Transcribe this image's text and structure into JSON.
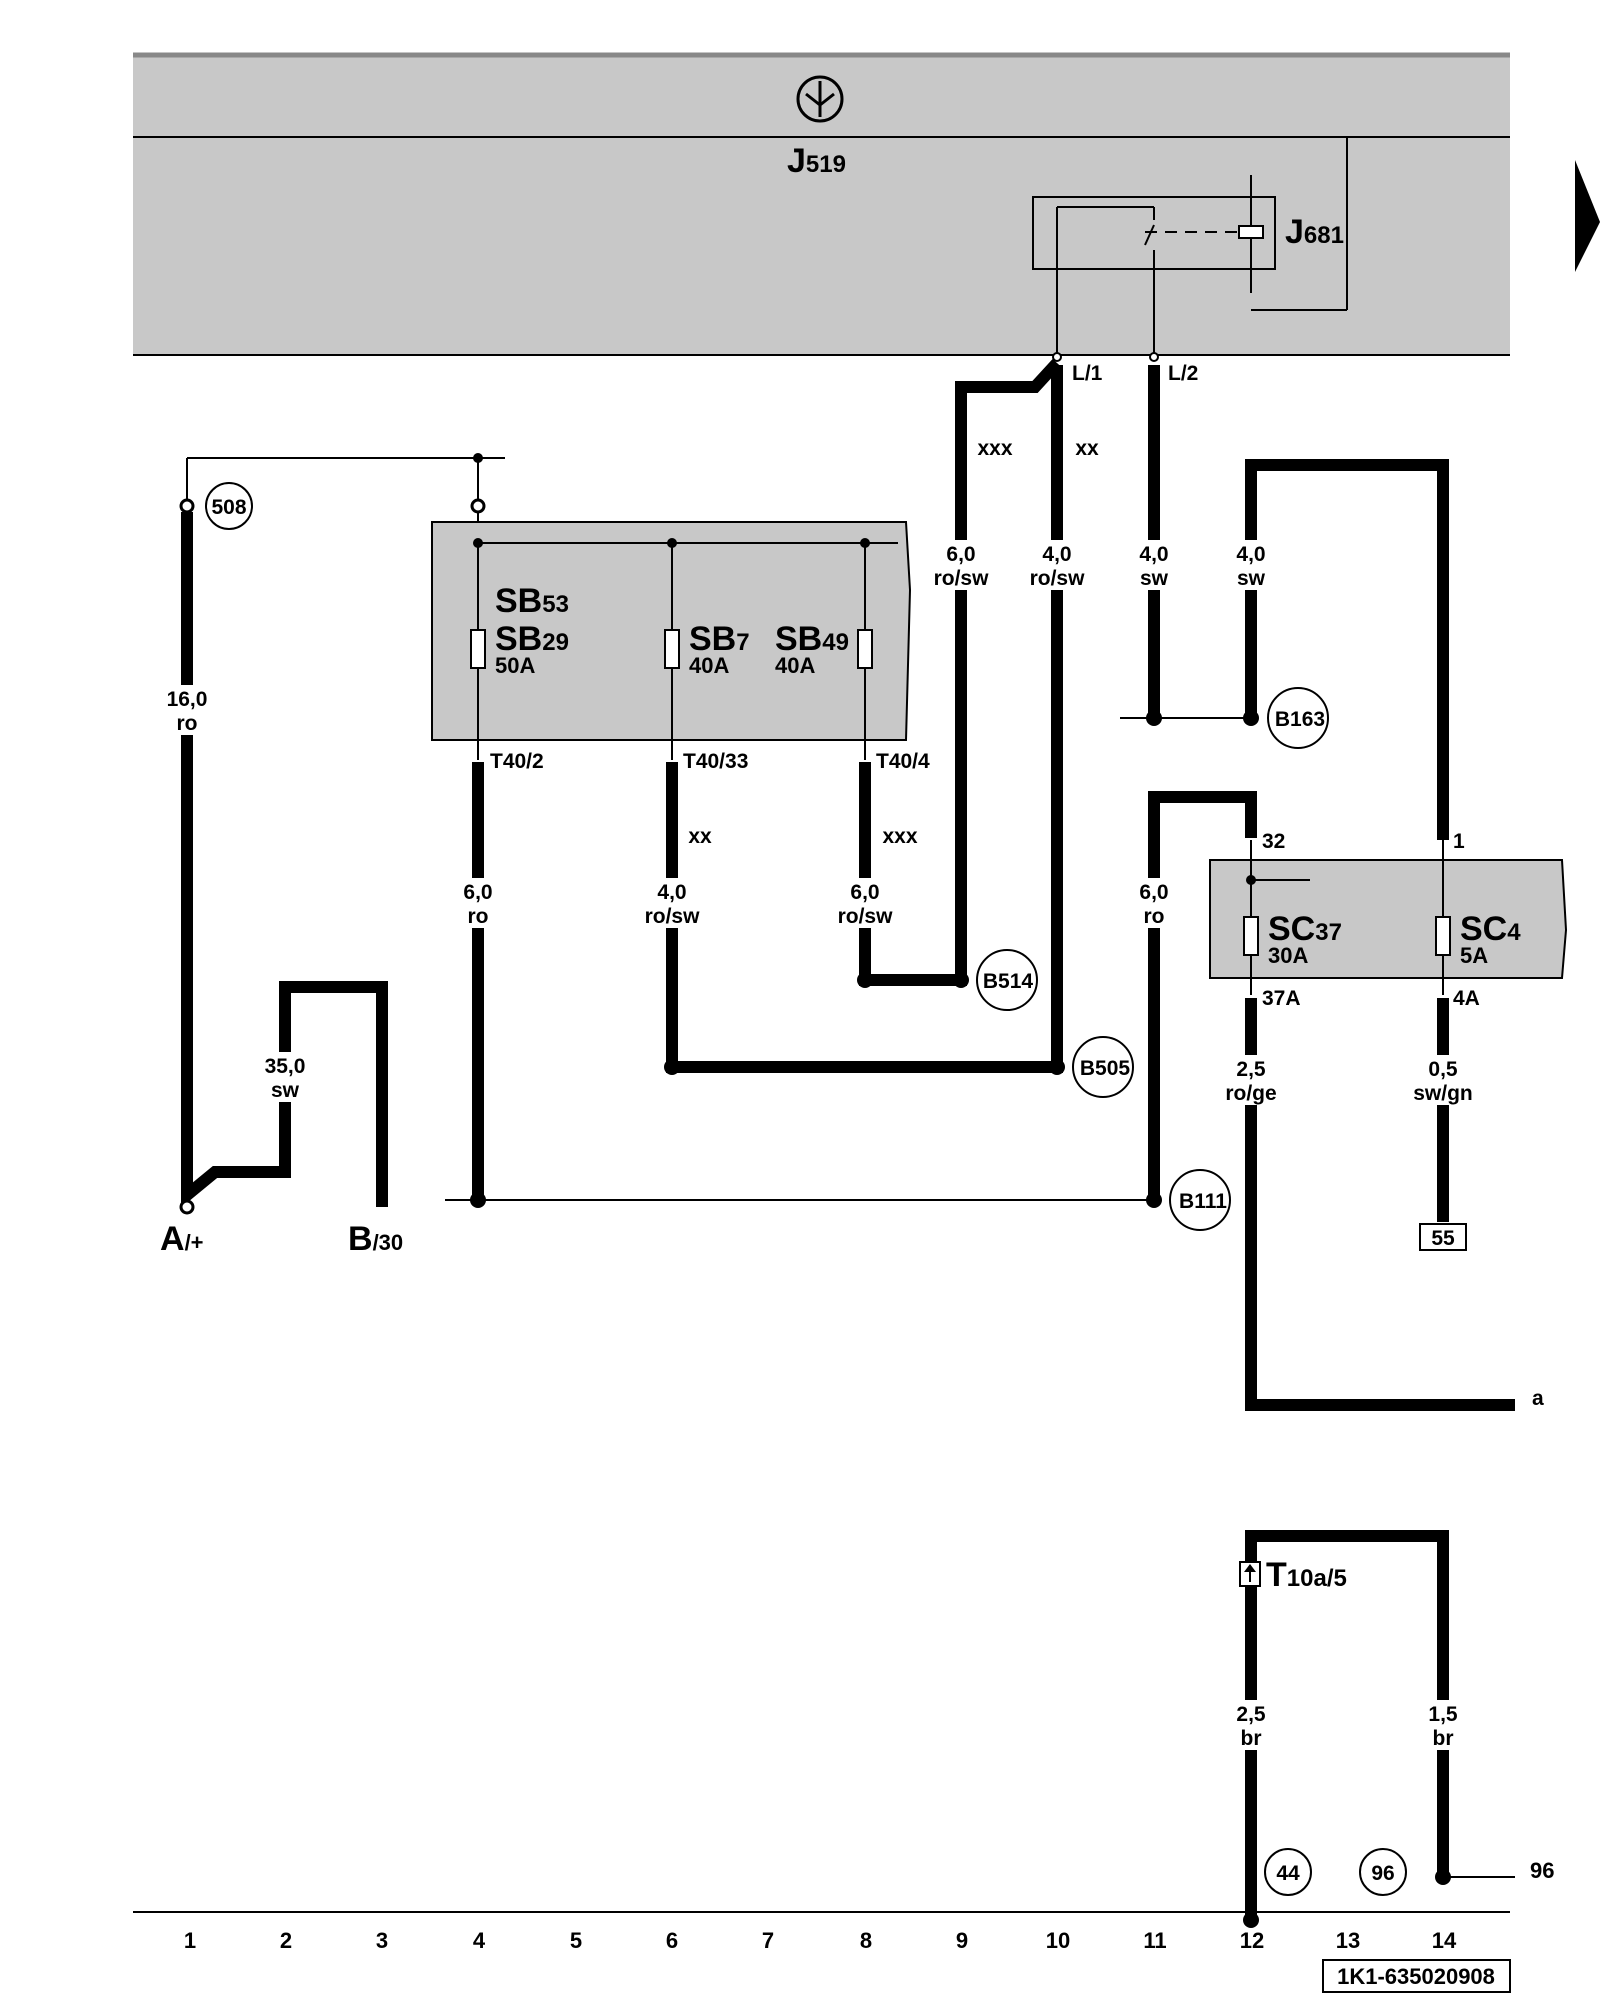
{
  "control_unit": {
    "id": "J",
    "sub": "519"
  },
  "relay": {
    "id": "J",
    "sub": "681"
  },
  "relay_pins": [
    "L/1",
    "L/2"
  ],
  "fuse_box_b": {
    "fuses": [
      {
        "label_top": "SB",
        "sub_top": "53",
        "label": "SB",
        "sub": "29",
        "rating": "50A",
        "pin": "T40/2"
      },
      {
        "label": "SB",
        "sub": "7",
        "rating": "40A",
        "pin": "T40/33"
      },
      {
        "label": "SB",
        "sub": "49",
        "rating": "40A",
        "pin": "T40/4"
      }
    ]
  },
  "fuse_box_c": {
    "fuses": [
      {
        "label": "SC",
        "sub": "37",
        "rating": "30A",
        "pin_in": "32",
        "pin_out": "37A"
      },
      {
        "label": "SC",
        "sub": "4",
        "rating": "5A",
        "pin_in": "1",
        "pin_out": "4A"
      }
    ]
  },
  "wires": [
    {
      "size": "16,0",
      "color": "ro"
    },
    {
      "size": "35,0",
      "color": "sw"
    },
    {
      "size": "6,0",
      "color": "ro"
    },
    {
      "size": "4,0",
      "color": "ro/sw",
      "code": "xx"
    },
    {
      "size": "6,0",
      "color": "ro/sw",
      "code": "xxx"
    },
    {
      "size": "6,0",
      "color": "ro/sw",
      "code": "xxx"
    },
    {
      "size": "4,0",
      "color": "ro/sw",
      "code": "xx"
    },
    {
      "size": "4,0",
      "color": "sw"
    },
    {
      "size": "4,0",
      "color": "sw"
    },
    {
      "size": "6,0",
      "color": "ro"
    },
    {
      "size": "2,5",
      "color": "ro/ge"
    },
    {
      "size": "0,5",
      "color": "sw/gn"
    },
    {
      "size": "2,5",
      "color": "br"
    },
    {
      "size": "1,5",
      "color": "br"
    }
  ],
  "connections": [
    "508",
    "B163",
    "B514",
    "B505",
    "B111",
    "44",
    "96"
  ],
  "terminals": [
    {
      "main": "A",
      "sub": "/+"
    },
    {
      "main": "B",
      "sub": "/30"
    }
  ],
  "connector": {
    "main": "T",
    "sub": "10a/5"
  },
  "box_ref": "55",
  "continuation_a": "a",
  "continuation_96": "96",
  "tracks": [
    "1",
    "2",
    "3",
    "4",
    "5",
    "6",
    "7",
    "8",
    "9",
    "10",
    "11",
    "12",
    "13",
    "14"
  ],
  "doc_id": "1K1-635020908"
}
